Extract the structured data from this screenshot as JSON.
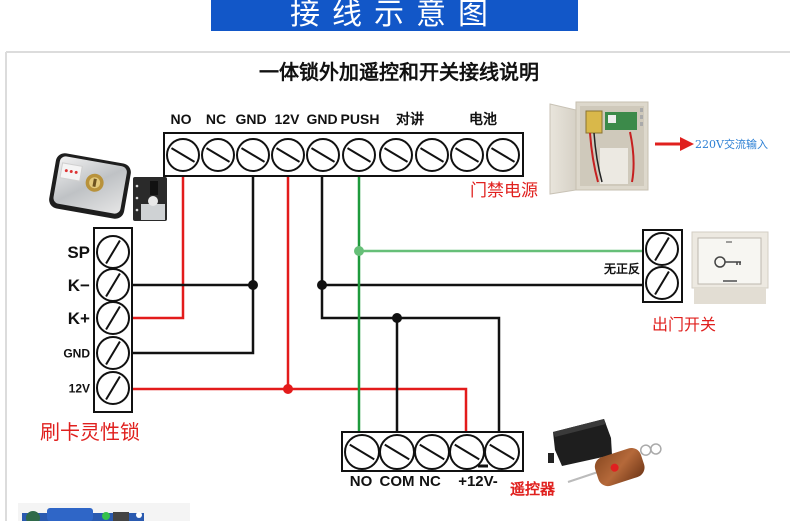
{
  "banner": {
    "title": "接线示意图"
  },
  "heading": "一体锁外加遥控和开关接线说明",
  "power_supply": {
    "label": "门禁电源",
    "input_label": "220V交流输入",
    "terminal_labels": [
      "NO",
      "NC",
      "GND",
      "12V",
      "GND",
      "PUSH",
      "对讲",
      "电池"
    ],
    "screw_count": 10
  },
  "lock": {
    "label": "刷卡灵性锁",
    "terminal_labels": [
      "SP",
      "K−",
      "K+",
      "GND",
      "12V"
    ]
  },
  "exit_switch": {
    "label": "出门开关",
    "polarity_note": "无正反",
    "screw_count": 2
  },
  "remote": {
    "label": "遥控器",
    "terminal_labels": [
      "NO",
      "COM",
      "NC",
      "+12V-"
    ],
    "screw_count": 5
  },
  "wires": [
    {
      "id": "w1",
      "from": "power_supply.NO",
      "to": "lock.K+",
      "color": "red"
    },
    {
      "id": "w2",
      "from": "power_supply.GND",
      "to": "lock.GND",
      "color": "black"
    },
    {
      "id": "w3",
      "from": "power_supply.GND",
      "to": "lock.K−",
      "color": "black"
    },
    {
      "id": "w4",
      "from": "power_supply.12V",
      "to": "lock.12V",
      "color": "red"
    },
    {
      "id": "w5",
      "from": "lock.12V",
      "to": "remote.+12V",
      "color": "red"
    },
    {
      "id": "w6",
      "from": "power_supply.GND",
      "to": "remote.V-",
      "color": "black"
    },
    {
      "id": "w7",
      "from": "power_supply.GND",
      "to": "exit_switch.terminal_2",
      "color": "black"
    },
    {
      "id": "w8",
      "from": "power_supply.GND",
      "to": "remote.COM",
      "color": "black"
    },
    {
      "id": "w9",
      "from": "power_supply.PUSH",
      "to": "remote.NO",
      "color": "green"
    },
    {
      "id": "w10",
      "from": "power_supply.PUSH",
      "to": "exit_switch.terminal_1",
      "color": "light_green"
    }
  ],
  "colors": {
    "banner": "#1257c8",
    "red": "#e31b1b",
    "black": "#111111",
    "green": "#1e9a3c",
    "light_green": "#66bf78",
    "label_red": "#e0201e",
    "input_blue": "#2b7fd4"
  }
}
